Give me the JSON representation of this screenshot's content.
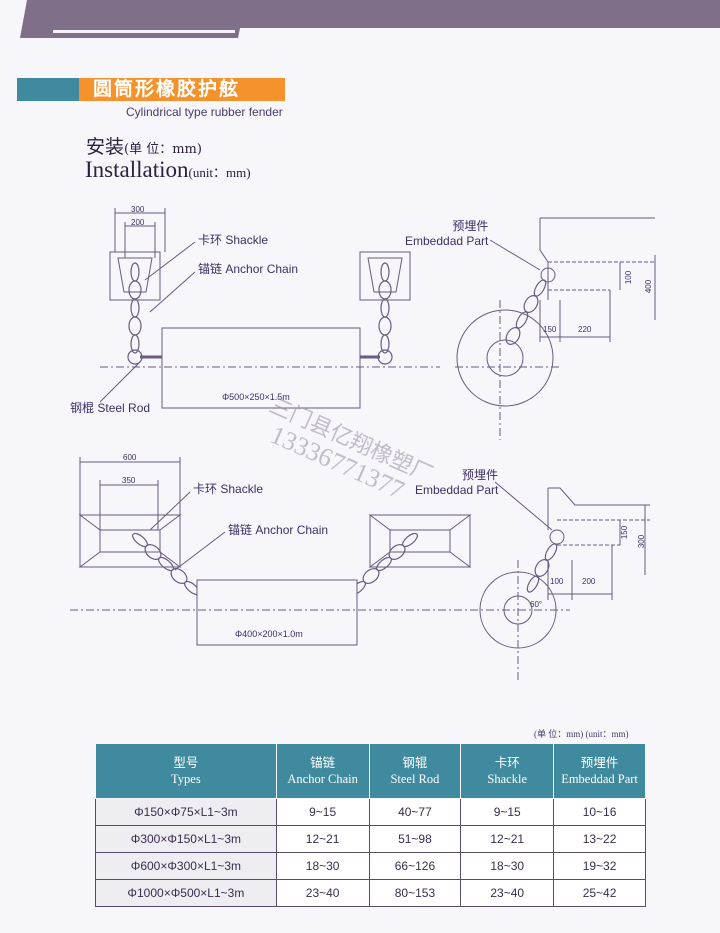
{
  "header": {
    "title_cn": "圆筒形橡胶护舷",
    "title_en": "Cylindrical type rubber fender"
  },
  "section": {
    "title_cn": "安装",
    "unit_cn": "(单 位：mm)",
    "title_en": "Installation",
    "unit_en": "(unit：mm)"
  },
  "diagram1": {
    "dim_300": "300",
    "dim_200": "200",
    "shackle_cn": "卡环",
    "shackle_en": "Shackle",
    "chain_cn": "锚链",
    "chain_en": "Anchor Chain",
    "roller": "Φ500×250×1.5m",
    "rod_cn": "钢棍",
    "rod_en": "Steel Rod",
    "embed_cn": "预埋件",
    "embed_en": "Embeddad Part",
    "dim_100": "100",
    "dim_400": "400",
    "dim_150": "150",
    "dim_220": "220"
  },
  "diagram2": {
    "dim_600": "600",
    "dim_350": "350",
    "shackle_cn": "卡环",
    "shackle_en": "Shackle",
    "chain_cn": "锚链",
    "chain_en": "Anchor Chain",
    "roller": "Φ400×200×1.0m",
    "embed_cn": "预埋件",
    "embed_en": "Embeddad Part",
    "dim_150": "150",
    "dim_300": "300",
    "dim_100": "100",
    "dim_200": "200",
    "angle": "60°"
  },
  "watermark": {
    "company": "三门县亿翔橡塑厂",
    "phone": "13336771377"
  },
  "table": {
    "unit_note": "(单 位：mm)   (unit：mm)",
    "headers": [
      {
        "cn": "型号",
        "en": "Types"
      },
      {
        "cn": "锚链",
        "en": "Anchor Chain"
      },
      {
        "cn": "钢辊",
        "en": "Steel Rod"
      },
      {
        "cn": "卡环",
        "en": "Shackle"
      },
      {
        "cn": "预埋件",
        "en": "Embeddad Part"
      }
    ],
    "rows": [
      [
        "Φ150×Φ75×L1~3m",
        "9~15",
        "40~77",
        "9~15",
        "10~16"
      ],
      [
        "Φ300×Φ150×L1~3m",
        "12~21",
        "51~98",
        "12~21",
        "13~22"
      ],
      [
        "Φ600×Φ300×L1~3m",
        "18~30",
        "66~126",
        "18~30",
        "19~32"
      ],
      [
        "Φ1000×Φ500×L1~3m",
        "23~40",
        "80~153",
        "23~40",
        "25~42"
      ]
    ]
  }
}
